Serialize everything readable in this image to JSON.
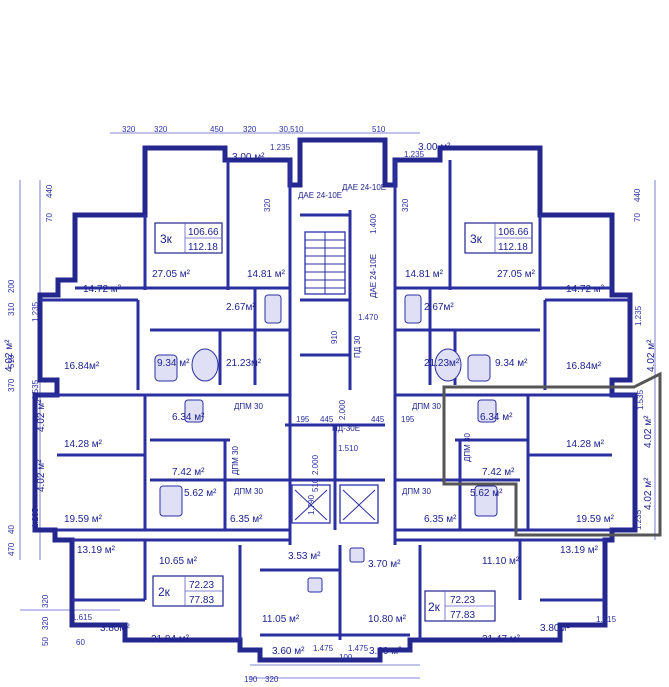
{
  "rooms": [
    {
      "t": "3.00 м²"
    },
    {
      "t": "3.00 м²"
    },
    {
      "t": "27.05 м²"
    },
    {
      "t": "14.81 м²"
    },
    {
      "t": "14.81 м²"
    },
    {
      "t": "27.05 м²"
    },
    {
      "t": "14.72 м²"
    },
    {
      "t": "14.72 м²"
    },
    {
      "t": "2.67м²"
    },
    {
      "t": "2.67м²"
    },
    {
      "t": "16.84м²"
    },
    {
      "t": "9.34 м²"
    },
    {
      "t": "21.23м²"
    },
    {
      "t": "21.23м²"
    },
    {
      "t": "9.34 м²"
    },
    {
      "t": "16.84м²"
    },
    {
      "t": "4.02 м²"
    },
    {
      "t": "4.02 м²"
    },
    {
      "t": "6.34 м²"
    },
    {
      "t": "6.34 м²"
    },
    {
      "t": "14.28 м²"
    },
    {
      "t": "14.28 м²"
    },
    {
      "t": "4.02 м²"
    },
    {
      "t": "4.02 м²"
    },
    {
      "t": "7.42 м²"
    },
    {
      "t": "7.42 м²"
    },
    {
      "t": "4.02 м²"
    },
    {
      "t": "4.02 м²"
    },
    {
      "t": "5.62 м²"
    },
    {
      "t": "5.62 м²"
    },
    {
      "t": "6.35 м²"
    },
    {
      "t": "6.35 м²"
    },
    {
      "t": "19.59 м²"
    },
    {
      "t": "19.59 м²"
    },
    {
      "t": "13.19 м²"
    },
    {
      "t": "13.19 м²"
    },
    {
      "t": "10.65 м²"
    },
    {
      "t": "3.53 м²"
    },
    {
      "t": "3.70 м²"
    },
    {
      "t": "11.10 м²"
    },
    {
      "t": "11.05 м²"
    },
    {
      "t": "10.80 м²"
    },
    {
      "t": "3.80м²"
    },
    {
      "t": "21.84 м²"
    },
    {
      "t": "21.47 м²"
    },
    {
      "t": "3.80м²"
    },
    {
      "t": "3.60 м²"
    },
    {
      "t": "3.60 м²"
    }
  ],
  "dims": [
    {
      "t": "320"
    },
    {
      "t": "320"
    },
    {
      "t": "450"
    },
    {
      "t": "320"
    },
    {
      "t": "30,510"
    },
    {
      "t": "510"
    },
    {
      "t": "1.235"
    },
    {
      "t": "1.235"
    },
    {
      "t": "320"
    },
    {
      "t": "320"
    },
    {
      "t": "440"
    },
    {
      "t": "440"
    },
    {
      "t": "70"
    },
    {
      "t": "70"
    },
    {
      "t": "200"
    },
    {
      "t": "310"
    },
    {
      "t": "1.235"
    },
    {
      "t": "1.235"
    },
    {
      "t": "510"
    },
    {
      "t": "370"
    },
    {
      "t": "1.535"
    },
    {
      "t": "1.535"
    },
    {
      "t": "1.235"
    },
    {
      "t": "1.235"
    },
    {
      "t": "470"
    },
    {
      "t": "40"
    },
    {
      "t": "1.400"
    },
    {
      "t": "1.470"
    },
    {
      "t": "2.000"
    },
    {
      "t": "195"
    },
    {
      "t": "445"
    },
    {
      "t": "445"
    },
    {
      "t": "195"
    },
    {
      "t": "1.510"
    },
    {
      "t": "2.000"
    },
    {
      "t": "1.790"
    },
    {
      "t": "510"
    },
    {
      "t": "910"
    },
    {
      "t": "320"
    },
    {
      "t": "320"
    },
    {
      "t": "1.615"
    },
    {
      "t": "1.615"
    },
    {
      "t": "50"
    },
    {
      "t": "60"
    },
    {
      "t": "1.475"
    },
    {
      "t": "1.475"
    },
    {
      "t": "100"
    },
    {
      "t": "190"
    },
    {
      "t": "320"
    }
  ],
  "doors": [
    {
      "t": "ДАЕ 24-10Е"
    },
    {
      "t": "ДАЕ 24-10Е"
    },
    {
      "t": "ДАЕ 24-10Е"
    },
    {
      "t": "ПД 30"
    },
    {
      "t": "ДПМ 30"
    },
    {
      "t": "ДПМ 30"
    },
    {
      "t": "ДПМ 30"
    },
    {
      "t": "ДПМ 30"
    },
    {
      "t": "ДПМ 30"
    },
    {
      "t": "ДПМ 30"
    },
    {
      "t": "ПД-30Е"
    }
  ],
  "apartments": [
    {
      "rooms": "3к",
      "area": "106.66",
      "total": "112.18"
    },
    {
      "rooms": "3к",
      "area": "106.66",
      "total": "112.18"
    },
    {
      "rooms": "2к",
      "area": "72.23",
      "total": "77.83"
    },
    {
      "rooms": "2к",
      "area": "72.23",
      "total": "77.83"
    }
  ]
}
